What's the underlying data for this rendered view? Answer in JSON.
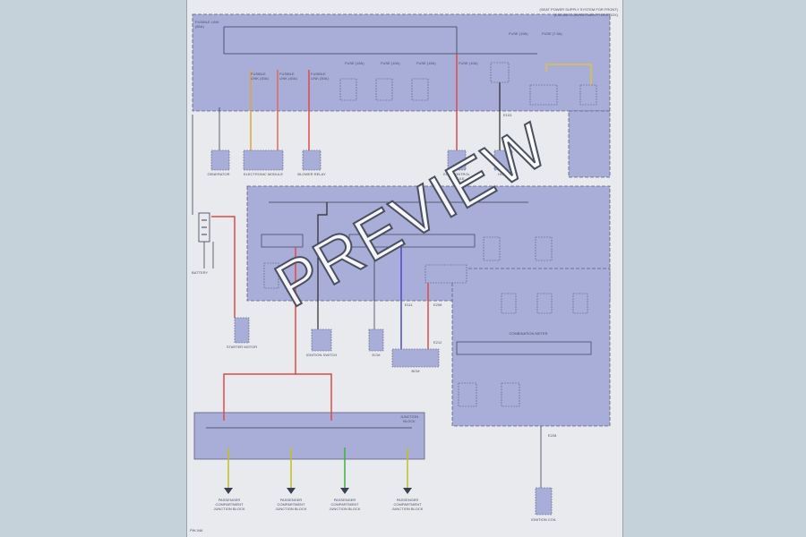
{
  "watermark": "PREVIEW",
  "header": {
    "line1": "(SEAT POWER SUPPLY SYSTEM FOR FRONT)",
    "line2": "(ENGINE COMPARTMENT FUSE BOX)"
  },
  "footer": {
    "code": "PW-046"
  },
  "top_fuses": [
    {
      "label": "FUSIBLE LINK (80A)"
    },
    {
      "label": "FUSIBLE LINK (30A)"
    },
    {
      "label": "FUSIBLE LINK (40A)"
    },
    {
      "label": "FUSIBLE LINK (50A)"
    },
    {
      "label": "FUSE (15A)"
    },
    {
      "label": "FUSE (10A)"
    },
    {
      "label": "FUSE (15A)"
    },
    {
      "label": "FUSE (10A)"
    },
    {
      "label": "FUSE (15A)"
    },
    {
      "label": "FUSE (7.5A)"
    }
  ],
  "top_components": [
    {
      "label": "GENERATOR"
    },
    {
      "label": "ELECTRONIC MODULE"
    },
    {
      "label": "BLOWER RELAY"
    },
    {
      "label": "ECM CONTROL MODULE"
    },
    {
      "label": "HORN"
    }
  ],
  "middle_components": [
    {
      "label": "BATTERY"
    },
    {
      "label": "STARTER MOTOR"
    },
    {
      "label": "IGNITION SWITCH"
    },
    {
      "label": "ECM"
    },
    {
      "label": "BCM"
    },
    {
      "label": "COMBINATION METER"
    }
  ],
  "connectors": [
    {
      "label": "E103"
    },
    {
      "label": "E111"
    },
    {
      "label": "E208"
    },
    {
      "label": "E212"
    },
    {
      "label": "E228"
    }
  ],
  "bottom_junction": {
    "label": "JUNCTION BLOCK"
  },
  "bottom_components": [
    {
      "label": "PASSENGER COMPARTMENT JUNCTION BLOCK"
    },
    {
      "label": "PASSENGER COMPARTMENT JUNCTION BLOCK"
    },
    {
      "label": "PASSENGER COMPARTMENT JUNCTION BLOCK"
    },
    {
      "label": "PASSENGER COMPARTMENT JUNCTION BLOCK"
    }
  ],
  "bottom_right": {
    "label": "IGNITION COIL"
  }
}
